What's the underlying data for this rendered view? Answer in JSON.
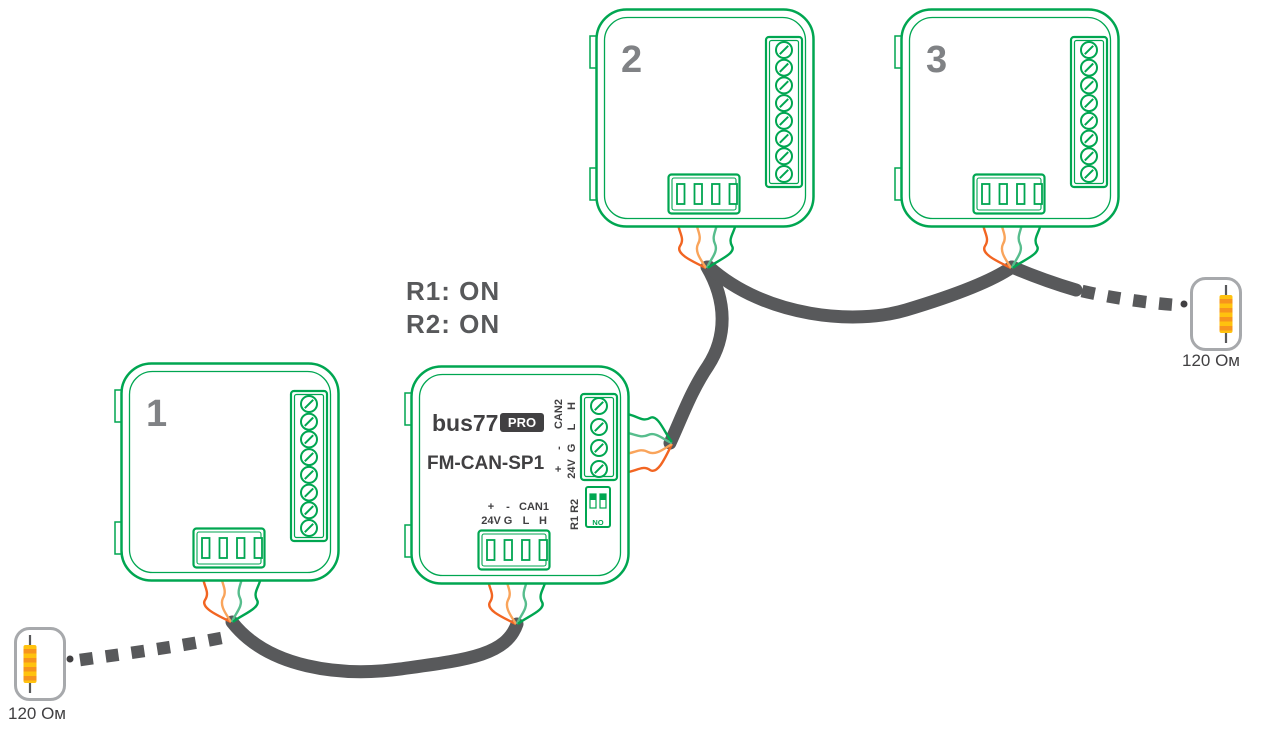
{
  "colors": {
    "green": "#00a651",
    "cable": "#58595b",
    "label_gray": "#808285",
    "dark": "#414042",
    "orange": "#f26522",
    "orange_light": "#f9a45b",
    "green_light": "#57bd8d",
    "resistor_body": "#ffc20e",
    "resistor_band": "#f7941d",
    "resistor_outline": "#a7a9ac",
    "settings_text": "#58595b"
  },
  "settings": {
    "r1": "R1: ON",
    "r2": "R2: ON"
  },
  "devices": [
    {
      "label": "1"
    },
    {
      "label": "2"
    },
    {
      "label": "3"
    }
  ],
  "module": {
    "brand": "bus77",
    "badge": "PRO",
    "model": "FM-CAN-SP1",
    "can1": {
      "plus": "+",
      "minus": "-",
      "name": "CAN1",
      "pins": [
        "24V",
        "G",
        "L",
        "H"
      ]
    },
    "can2": {
      "plus": "+",
      "minus": "-",
      "name": "CAN2",
      "pins": [
        "24V",
        "G",
        "L",
        "H"
      ]
    },
    "dip": {
      "side_label": "R1 R2",
      "on_label": "ON"
    }
  },
  "terminators": {
    "left": {
      "label": "120 Ом"
    },
    "right": {
      "label": "120 Ом"
    }
  }
}
